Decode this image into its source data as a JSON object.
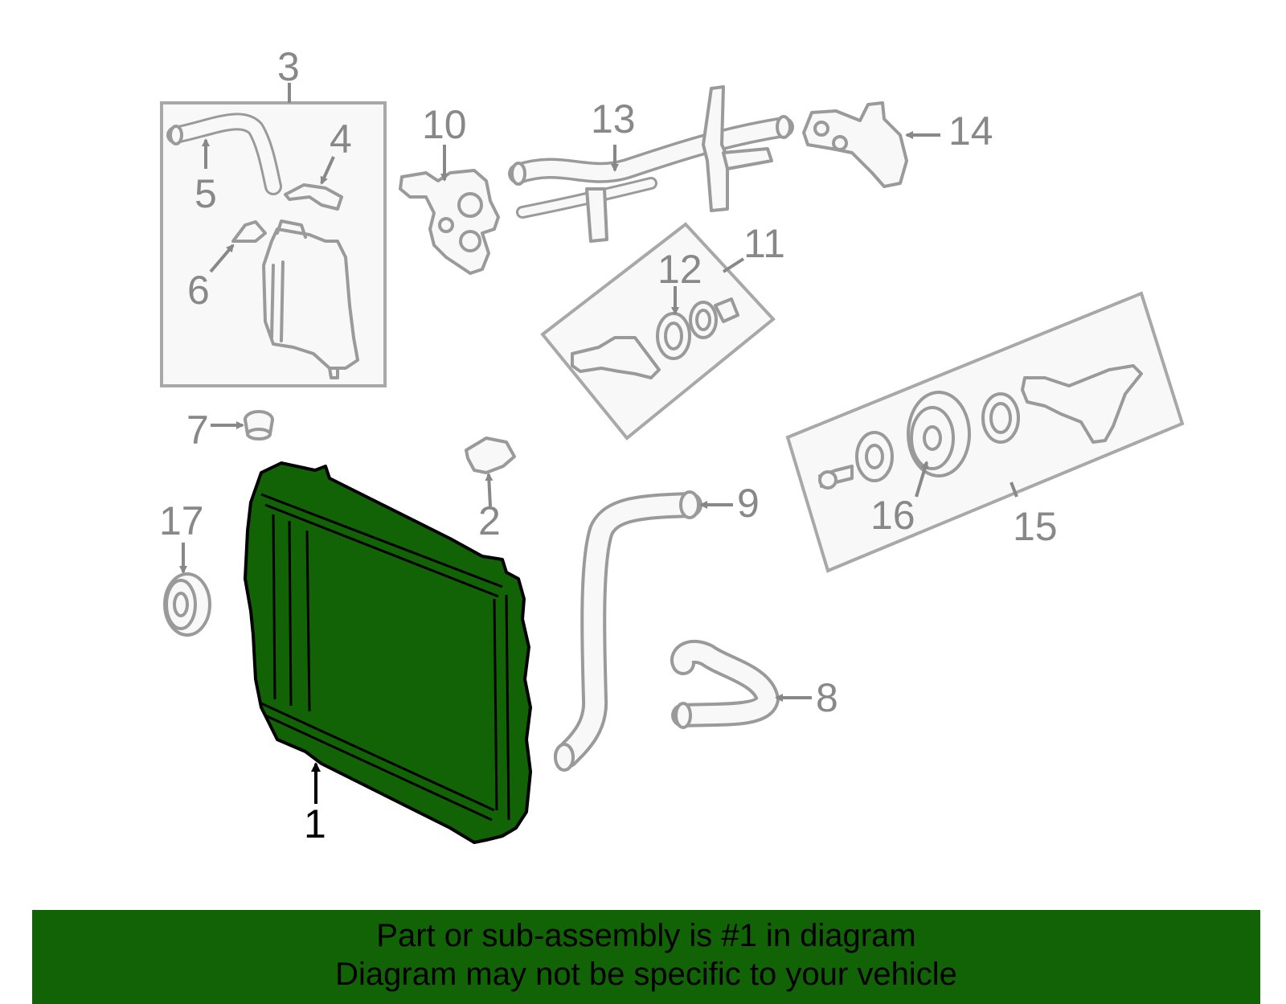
{
  "colors": {
    "highlight": "#116306",
    "part_stroke": "#9a9a9a",
    "callout_text": "#888888",
    "active_text": "#000000"
  },
  "callouts": {
    "c1": "1",
    "c2": "2",
    "c3": "3",
    "c4": "4",
    "c5": "5",
    "c6": "6",
    "c7": "7",
    "c8": "8",
    "c9": "9",
    "c10": "10",
    "c11": "11",
    "c12": "12",
    "c13": "13",
    "c14": "14",
    "c15": "15",
    "c16": "16",
    "c17": "17"
  },
  "banner": {
    "line1": "Part or sub-assembly is #1 in diagram",
    "line2": "Diagram may not be specific to your vehicle"
  }
}
